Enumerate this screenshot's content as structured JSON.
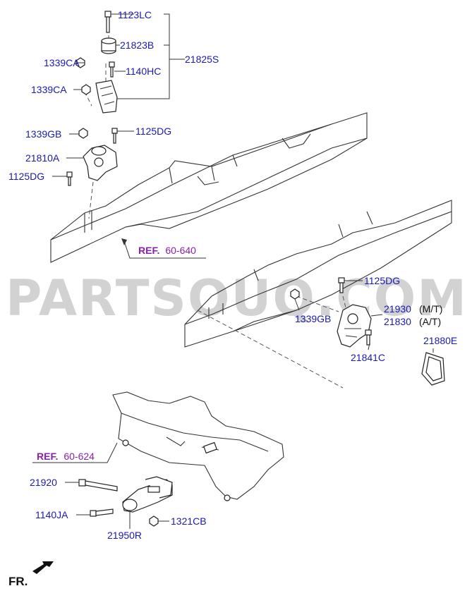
{
  "watermark": "PARTSOUQ.COM",
  "direction_label": "FR.",
  "refs": [
    {
      "key": "REF.",
      "num": "60-640"
    },
    {
      "key": "REF.",
      "num": "60-624"
    }
  ],
  "parts": {
    "p1123LC": "1123LC",
    "p21823B": "21823B",
    "p21825S": "21825S",
    "p1339CA_a": "1339CA",
    "p1140HC": "1140HC",
    "p1339CA_b": "1339CA",
    "p1339GB_a": "1339GB",
    "p1125DG_a": "1125DG",
    "p21810A": "21810A",
    "p1125DG_b": "1125DG",
    "p1125DG_c": "1125DG",
    "p21930": "21930",
    "p21830": "21830",
    "p1339GB_b": "1339GB",
    "p21841C": "21841C",
    "p21880E": "21880E",
    "p21920": "21920",
    "p1140JA": "1140JA",
    "p21950R": "21950R",
    "p1321CB": "1321CB"
  },
  "suffixes": {
    "mt": "(M/T)",
    "at": "(A/T)"
  }
}
